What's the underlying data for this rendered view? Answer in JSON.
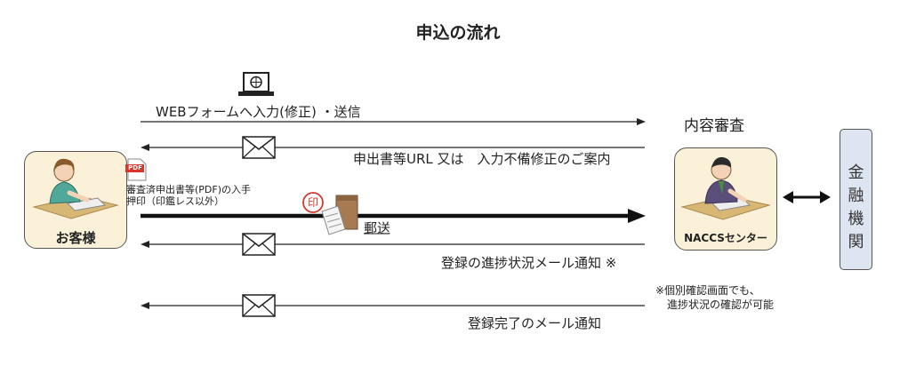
{
  "title": "申込の流れ",
  "customer": {
    "label": "お客様"
  },
  "naccs": {
    "label": "NACCSセンター",
    "heading": "内容審査"
  },
  "bank": {
    "chars": [
      "金",
      "融",
      "機",
      "関"
    ]
  },
  "flows": {
    "web_form": "WEBフォームへ入力(修正) ・送信",
    "notice_url": "申出書等URL 又は　入力不備修正のご案内",
    "pdf_badge": "PDF",
    "pdf_line1": "審査済申出書等(PDF)の入手",
    "pdf_line2": "押印（印鑑レス以外）",
    "seal": "印",
    "mail": "郵送",
    "progress": "登録の進捗状況メール通知 ※",
    "complete": "登録完了のメール通知"
  },
  "note": {
    "line1": "※個別確認画面でも、",
    "line2": "進捗状況の確認が可能"
  },
  "icons": [
    "laptop-icon",
    "envelope-icon",
    "pdf-icon",
    "seal-icon",
    "document-icon",
    "parcel-icon",
    "double-arrow-icon"
  ]
}
